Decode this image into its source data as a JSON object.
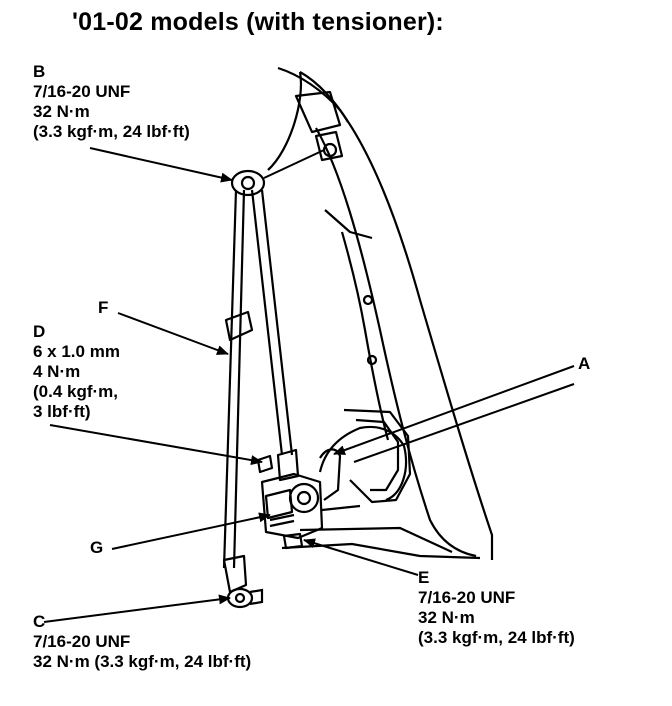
{
  "title": "'01-02 models (with tensioner):",
  "callouts": {
    "B": {
      "letter": "B",
      "lines": [
        "7/16-20 UNF",
        "32 N·m",
        "(3.3 kgf·m, 24 lbf·ft)"
      ]
    },
    "F": {
      "letter": "F"
    },
    "D": {
      "letter": "D",
      "lines": [
        "6 x 1.0 mm",
        "4 N·m",
        "(0.4 kgf·m,",
        "3 lbf·ft)"
      ]
    },
    "A": {
      "letter": "A"
    },
    "G": {
      "letter": "G"
    },
    "E": {
      "letter": "E",
      "lines": [
        "7/16-20 UNF",
        "32 N·m",
        "(3.3 kgf·m, 24 lbf·ft)"
      ]
    },
    "C": {
      "letter": "C",
      "lines": [
        "7/16-20 UNF",
        "32 N·m (3.3 kgf·m, 24 lbf·ft)"
      ]
    }
  },
  "colors": {
    "ink": "#000000",
    "background": "#ffffff"
  }
}
